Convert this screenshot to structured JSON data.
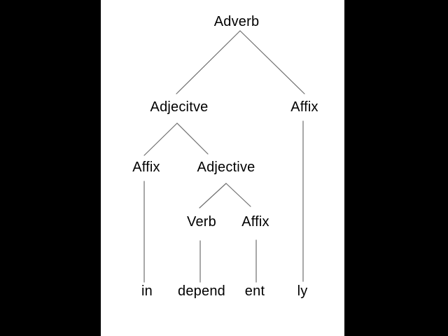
{
  "diagram": {
    "type": "morphology-syntax-tree",
    "word": "independently",
    "colors": {
      "background_bars": "#000000",
      "panel": "#ffffff",
      "line": "#6f6f6f",
      "text": "#000000"
    },
    "nodes": {
      "root": "Adverb",
      "adjecitve": "Adjecitve",
      "affix_top": "Affix",
      "affix_l3": "Affix",
      "adjective": "Adjective",
      "verb": "Verb",
      "affix_l4": "Affix",
      "leaf_in": "in",
      "leaf_depend": "depend",
      "leaf_ent": "ent",
      "leaf_ly": "ly"
    },
    "edges": [
      [
        "Adverb",
        "Adjecitve"
      ],
      [
        "Adverb",
        "Affix"
      ],
      [
        "Adjecitve",
        "Affix"
      ],
      [
        "Adjecitve",
        "Adjective"
      ],
      [
        "Adjective",
        "Verb"
      ],
      [
        "Adjective",
        "Affix"
      ],
      [
        "Affix(left)",
        "in"
      ],
      [
        "Verb",
        "depend"
      ],
      [
        "Affix(inner)",
        "ent"
      ],
      [
        "Affix(top-right)",
        "ly"
      ]
    ]
  }
}
